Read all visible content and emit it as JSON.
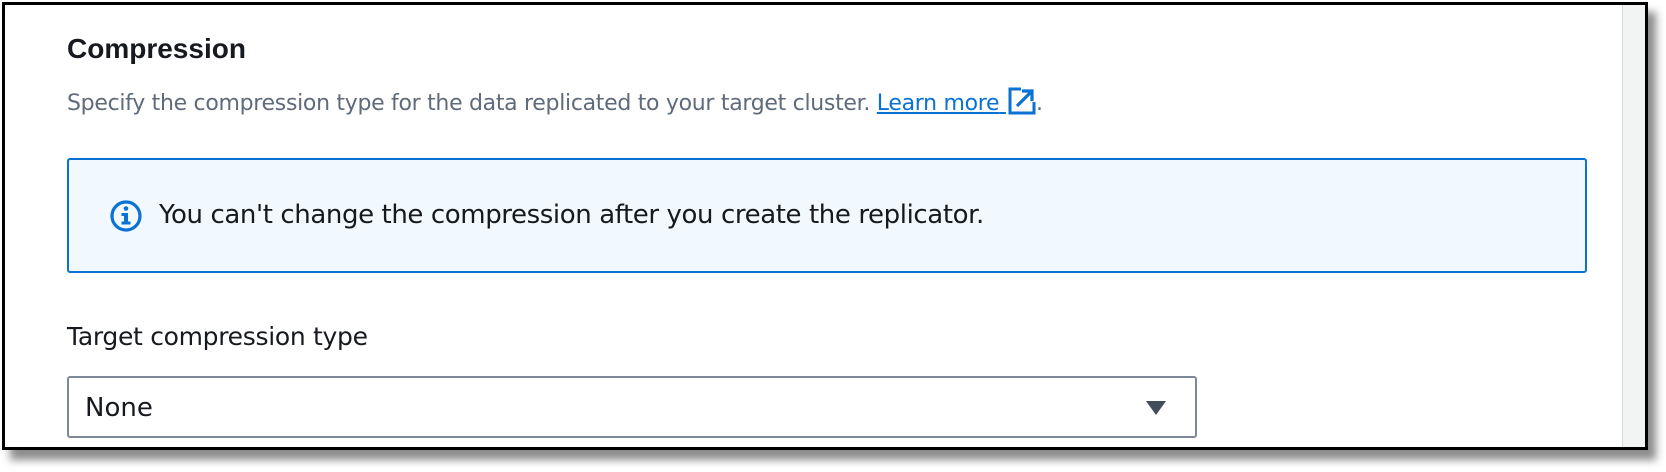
{
  "section": {
    "title": "Compression",
    "description": "Specify the compression type for the data replicated to your target cluster.",
    "learn_more_label": "Learn more",
    "trailing_period": "."
  },
  "info_alert": {
    "message": "You can't change the compression after you create the replicator.",
    "icon": "info-icon"
  },
  "field": {
    "label": "Target compression type",
    "selected_value": "None",
    "dropdown_icon": "caret-down-icon"
  },
  "colors": {
    "link": "#0972d3",
    "info_border": "#0972d3",
    "info_background": "#f1f8fe",
    "text": "#16191f",
    "secondary_text": "#5f6b7a"
  }
}
